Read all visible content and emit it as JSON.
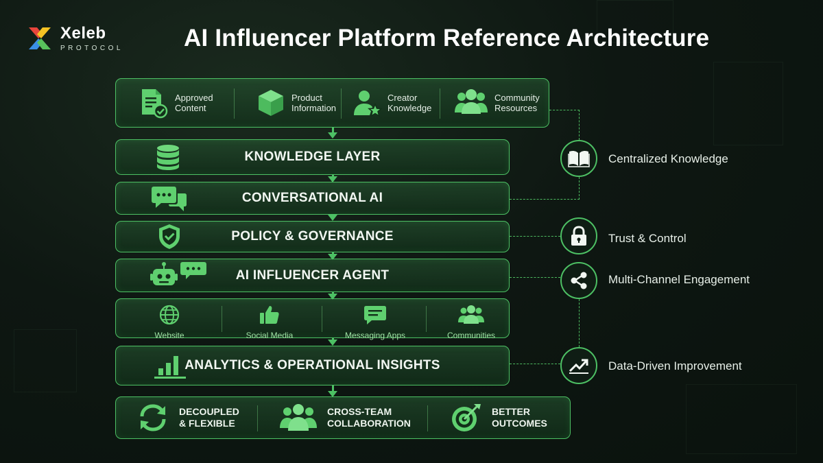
{
  "logo": {
    "name": "Xeleb",
    "sub": "PROTOCOL"
  },
  "title": "AI Influencer Platform Reference Architecture",
  "sources": [
    {
      "line1": "Approved",
      "line2": "Content",
      "icon": "document-check-icon"
    },
    {
      "line1": "Product",
      "line2": "Information",
      "icon": "box-icon"
    },
    {
      "line1": "Creator",
      "line2": "Knowledge",
      "icon": "user-star-icon"
    },
    {
      "line1": "Community",
      "line2": "Resources",
      "icon": "group-icon"
    }
  ],
  "layers": {
    "knowledge": "KNOWLEDGE LAYER",
    "conversational": "CONVERSATIONAL AI",
    "policy": "POLICY & GOVERNANCE",
    "agent": "AI INFLUENCER AGENT",
    "analytics": "ANALYTICS & OPERATIONAL INSIGHTS"
  },
  "channels": [
    {
      "label": "Website",
      "icon": "globe-icon"
    },
    {
      "label": "Social Media",
      "icon": "thumbs-up-icon"
    },
    {
      "label": "Messaging Apps",
      "icon": "chat-icon"
    },
    {
      "label": "Communities",
      "icon": "group-icon"
    }
  ],
  "outcomes": [
    {
      "line1": "DECOUPLED",
      "line2": "& FLEXIBLE",
      "icon": "refresh-icon"
    },
    {
      "line1": "CROSS-TEAM",
      "line2": "COLLABORATION",
      "icon": "team-icon"
    },
    {
      "line1": "BETTER",
      "line2": "OUTCOMES",
      "icon": "target-icon"
    }
  ],
  "benefits": {
    "centralized": "Centralized Knowledge",
    "trust": "Trust & Control",
    "multichannel": "Multi-Channel Engagement",
    "data": "Data-Driven Improvement"
  },
  "colors": {
    "accent": "#4dc064",
    "background": "#0e1712"
  }
}
